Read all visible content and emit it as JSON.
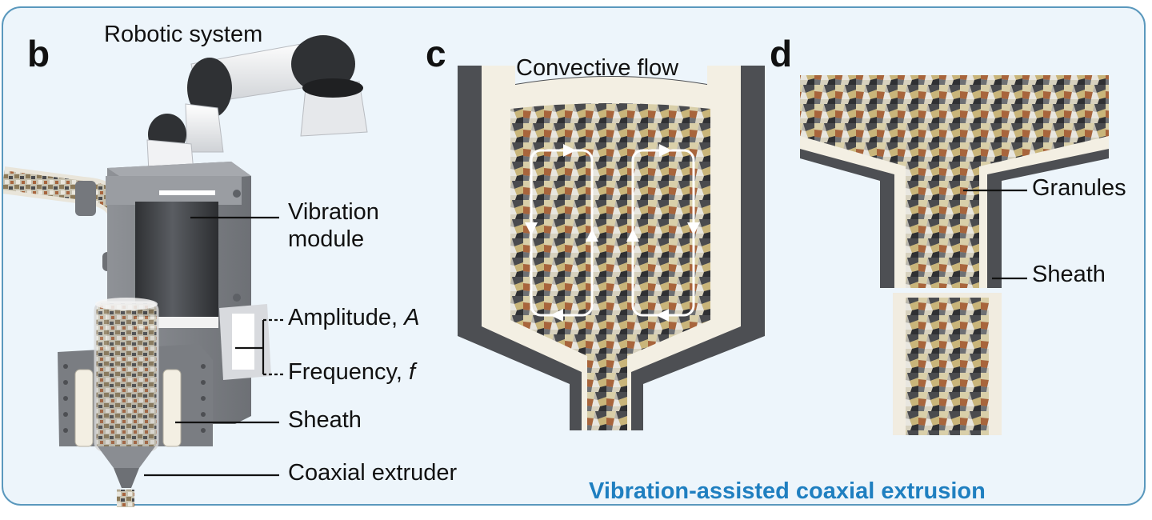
{
  "panels": {
    "b": {
      "letter": "b",
      "labels": {
        "robotic_system": "Robotic system",
        "vibration_module_line1": "Vibration",
        "vibration_module_line2": "module",
        "amplitude_text": "Amplitude, ",
        "amplitude_symbol": "A",
        "frequency_text": "Frequency, ",
        "frequency_symbol": "f",
        "sheath": "Sheath",
        "coaxial_extruder": "Coaxial extruder"
      }
    },
    "c": {
      "letter": "c",
      "labels": {
        "convective_flow": "Convective flow"
      }
    },
    "d": {
      "letter": "d",
      "labels": {
        "granules": "Granules",
        "sheath": "Sheath"
      }
    }
  },
  "caption": "Vibration-assisted coaxial extrusion",
  "colors": {
    "border": "#5a98bd",
    "background": "#edf5fb",
    "caption": "#1f7fc0",
    "metal_dark": "#4d4f53",
    "metal_mid": "#8a8d92",
    "sheath_cream": "#f3efe3"
  }
}
